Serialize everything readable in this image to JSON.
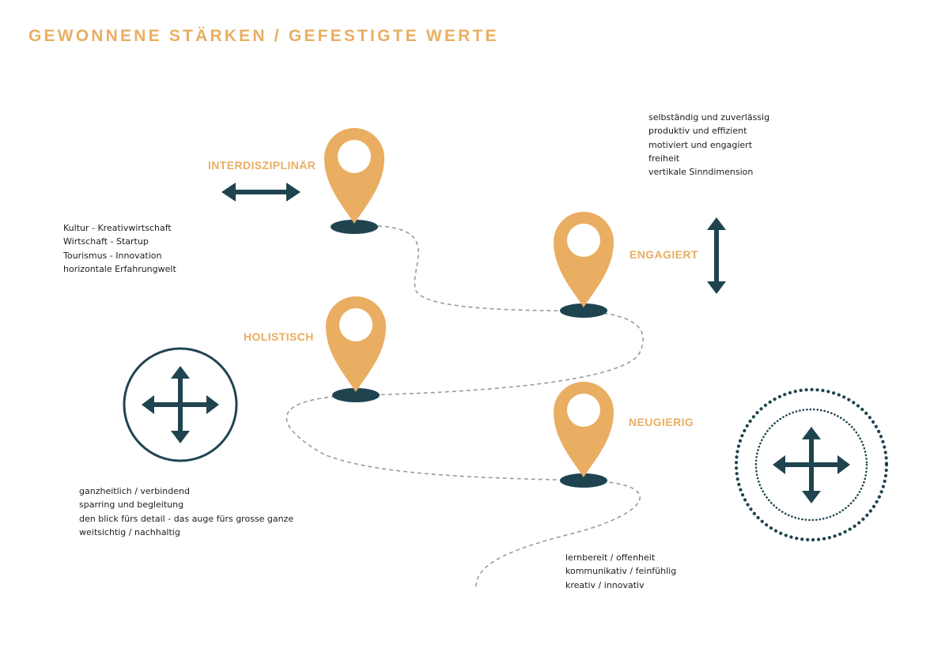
{
  "title": "GEWONNENE STÄRKEN / GEFESTIGTE WERTE",
  "colors": {
    "accent": "#E9AE62",
    "dark": "#1F4450",
    "path": "#9B9B9B",
    "text": "#1D1D1B"
  },
  "stations": [
    {
      "label": "INTERDISZIPLINÄR",
      "icon": "map-pin-icon",
      "symbol": "horizontal-double-arrow-icon"
    },
    {
      "label": "ENGAGIERT",
      "icon": "map-pin-icon",
      "symbol": "vertical-double-arrow-icon"
    },
    {
      "label": "HOLISTISCH",
      "icon": "map-pin-icon",
      "symbol": "four-way-arrow-in-circle-icon"
    },
    {
      "label": "NEUGIERIG",
      "icon": "map-pin-icon",
      "symbol": "four-way-arrow-in-dotted-circles-icon"
    }
  ],
  "texts": {
    "interdisziplinaer": [
      "Kultur - Kreativwirtschaft",
      "Wirtschaft - Startup",
      "Tourismus - Innovation",
      "horizontale Erfahrungwelt"
    ],
    "engagiert": [
      "selbständig und zuverlässig",
      "produktiv und effizient",
      "motiviert und engagiert",
      "freiheit",
      "vertikale Sinndimension"
    ],
    "holistisch": [
      "ganzheitlich / verbindend",
      "sparring und begleitung",
      "den blick fürs detail - das auge fürs grosse ganze",
      "weitsichtig / nachhaltig"
    ],
    "neugierig": [
      "lernbereit / offenheit",
      "kommunikativ / feinfühlig",
      "kreativ / innovativ"
    ]
  }
}
